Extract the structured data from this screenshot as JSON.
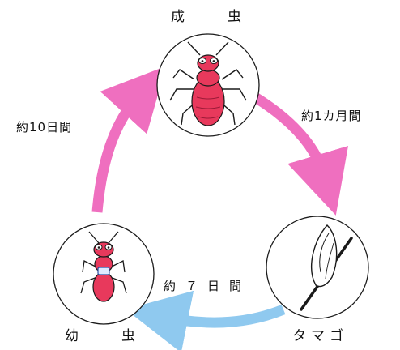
{
  "stages": {
    "adult": {
      "label": "成　虫"
    },
    "egg": {
      "label": "タマゴ"
    },
    "nymph": {
      "label": "幼　虫"
    }
  },
  "durations": {
    "adult_to_egg": "約1カ月間",
    "egg_to_nymph": "約７日間",
    "nymph_to_adult": "約10日間"
  },
  "colors": {
    "arrow_pink": "#ef6fbf",
    "arrow_blue": "#8fc9ef",
    "insect_red": "#e8395c",
    "outline": "#1a1a1a"
  }
}
